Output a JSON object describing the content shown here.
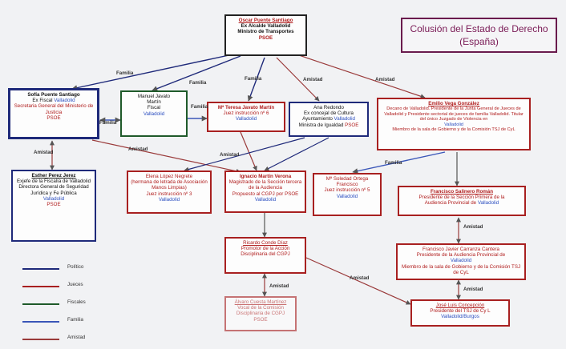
{
  "title": {
    "line1": "Colusión del Estado de Derecho",
    "line2": "(España)"
  },
  "colors": {
    "politico": "#1f2a7a",
    "jueces": "#a82020",
    "fiscales": "#1f5a2a",
    "familia": "#3a56b8",
    "amistad": "#9a3a3a"
  },
  "nodes": {
    "oscar": {
      "l1": "Oscar Puente Santiago",
      "l2": "Ex Alcalde Valladolid",
      "l3": "Ministro de Transportes",
      "l4": "PSOE"
    },
    "sofia": {
      "l1": "Sofía Puente Santiago",
      "l2a": "Ex Fiscal ",
      "l2b": "Valladolid",
      "l3": "Secretaria General del Ministerio de Justicia",
      "l4": "PSOE"
    },
    "manuel": {
      "l1": "Manuel Javato",
      "l2": "Martín",
      "l3": "Fiscal",
      "l4": "Valladolid"
    },
    "teresa": {
      "l1": "Mª Teresa Javato Martín",
      "l2": "Juez instrucción nº 6",
      "l3": "Valladolid"
    },
    "ana": {
      "l1": "Ana Redondo",
      "l2": "Ex concejal de Cultura",
      "l3a": "Ayuntamiento ",
      "l3b": "Valladolid",
      "l4a": "Ministra de Igualdad ",
      "l4b": "PSOE"
    },
    "emilio": {
      "l1": "Emilio Vega González",
      "l2": "Decano de Valladolid. Presidente de la Junta General de Jueces de Valladolid y Presidente sectorial de jueces de familia Valladolid. Titular del único Juzgado de Violencia en",
      "l3": "Valladolid",
      "l4": "Miembro de la sala de Gobierno y de la Comisión TSJ de CyL"
    },
    "esther": {
      "l1": "Esther Perez Jerez",
      "l2": "Exjefe de la Fiscalía de Valladolid",
      "l3": "Directora General de Seguridad Jurídica y Fe Pública",
      "l4": "Valladolid",
      "l5": "PSOE"
    },
    "elena": {
      "l1": "Elena López Negrete",
      "l2": "(hermana de letrada de Asociación Manos Limpias)",
      "l3": "Juez instrucción nº 3",
      "l4": "Valladolid"
    },
    "ignacio": {
      "l1": "Ignacio Martín Verona",
      "l2": "Magistrado de la Sección tercera de la Audiencia",
      "l3a": "Propuesto al CGPJ por ",
      "l3b": "PSOE",
      "l4": "Valladolid"
    },
    "soledad": {
      "l1": "Mª Soledad Ortega",
      "l2": "Francisco",
      "l3": "Juez instrucción nº 5",
      "l4": "Valladolid"
    },
    "salinero": {
      "l1": "Francisco Salinero Román",
      "l2": "Presidente de la Sección Primera de la",
      "l3a": "Audiencia Provincial de ",
      "l3b": "Valladolid"
    },
    "ricardo": {
      "l1": "Ricardo Conde Díaz",
      "l2": "Promotor de la Acción",
      "l3": "Disciplinaria del CGPJ"
    },
    "carranza": {
      "l1": "Francisco Javier Carranza Cantera",
      "l2": "Presidente de la Audiencia Provincial de",
      "l3": "Valladolid",
      "l4": "Miembro de la sala de Gobierno y de la Comisión TSJ de CyL"
    },
    "alvaro": {
      "l1": "Álvaro Cuesta Martínez",
      "l2": "Vocal de la Comisión",
      "l3": "Disciplinaria de CGPJ",
      "l4": "PSOE"
    },
    "jose": {
      "l1": "José Luis Concepción",
      "l2": "Presidente del TSJ de Cy L",
      "l3": "Valladolid/Burgos"
    }
  },
  "labels": {
    "familia": "Familia",
    "amistad": "Amistad"
  },
  "legend": [
    {
      "label": "Político",
      "color": "#1f2a7a"
    },
    {
      "label": "Jueces",
      "color": "#a82020"
    },
    {
      "label": "Fiscales",
      "color": "#1f5a2a"
    },
    {
      "label": "Familia",
      "color": "#3a56b8"
    },
    {
      "label": "Amistad",
      "color": "#9a3a3a"
    }
  ]
}
